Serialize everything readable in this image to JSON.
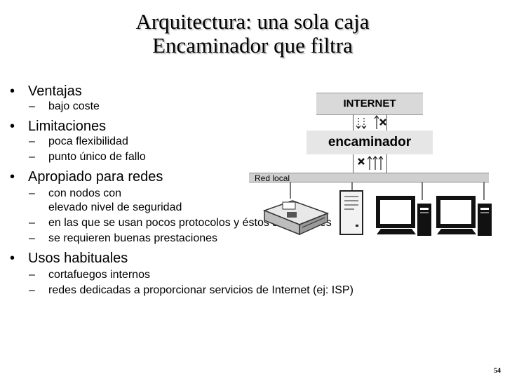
{
  "title": {
    "line1": "Arquitectura: una sola caja",
    "line2": "Encaminador que filtra"
  },
  "bullets": {
    "ventajas": {
      "label": "Ventajas",
      "items": [
        "bajo coste"
      ]
    },
    "limitaciones": {
      "label": "Limitaciones",
      "items": [
        "poca flexibilidad",
        "punto único de fallo"
      ]
    },
    "apropiado": {
      "label": "Apropiado para redes",
      "items": [
        {
          "line1": "con nodos con",
          "line2": "elevado nivel de seguridad"
        },
        "en las que se usan pocos protocolos y éstos son simples",
        "se requieren buenas prestaciones"
      ]
    },
    "usos": {
      "label": "Usos habituales",
      "items": [
        "cortafuegos internos",
        "redes dedicadas a proporcionar servicios de Internet (ej: ISP)"
      ]
    }
  },
  "diagram": {
    "internet_label": "INTERNET",
    "router_label": "encaminador",
    "lan_label": "Red local",
    "icons": [
      "arrow-down-icon",
      "arrow-up-icon",
      "blocked-x-icon",
      "printer-icon",
      "server-icon",
      "computer-icon"
    ]
  },
  "page_number": "54",
  "colors": {
    "box_fill": "#d9d9d9",
    "router_fill": "#e6e6e6",
    "lan_bar": "#cfcfcf",
    "shadow": "#bdbdbd"
  }
}
